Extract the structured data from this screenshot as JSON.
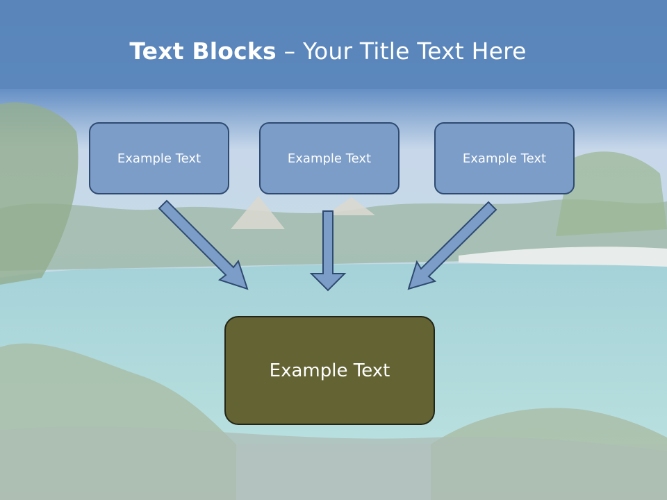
{
  "title": {
    "bold": "Text Blocks",
    "rest": " – Your Title Text Here"
  },
  "boxes": [
    {
      "label": "Example Text"
    },
    {
      "label": "Example Text"
    },
    {
      "label": "Example Text"
    },
    {
      "label": "Example Text"
    }
  ],
  "colors": {
    "title_band": "#5a86bb",
    "box_fill": "#7c9dc8",
    "box_border": "#2e4a70",
    "result_fill": "#636333",
    "arrow_fill": "#7c9dc8"
  }
}
